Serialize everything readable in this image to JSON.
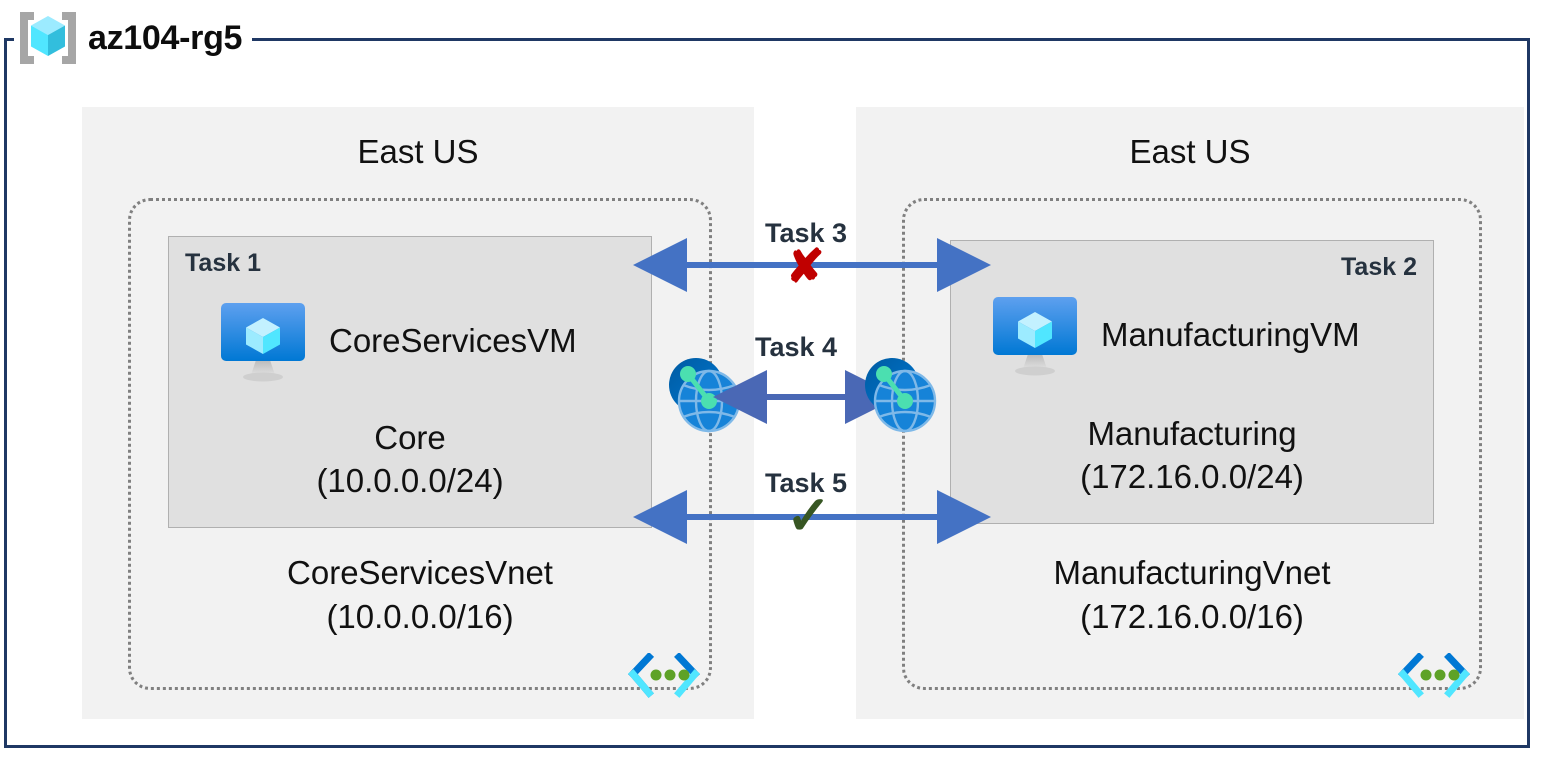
{
  "resource_group": {
    "name": "az104-rg5",
    "icon": "resource-group-cube-icon"
  },
  "regions": [
    {
      "id": "left",
      "label": "East US"
    },
    {
      "id": "right",
      "label": "East US"
    }
  ],
  "vnets": [
    {
      "id": "core",
      "name": "CoreServicesVnet",
      "cidr": "(10.0.0.0/16)",
      "glyph": "vnet-chevron-dots-icon",
      "subnet": {
        "task_tag": "Task 1",
        "vm_name": "CoreServicesVM",
        "vm_icon": "virtual-machine-icon",
        "subnet_name": "Core",
        "subnet_cidr": "(10.0.0.0/24)"
      }
    },
    {
      "id": "manufacturing",
      "name": "ManufacturingVnet",
      "cidr": "(172.16.0.0/16)",
      "glyph": "vnet-chevron-dots-icon",
      "subnet": {
        "task_tag": "Task 2",
        "vm_name": "ManufacturingVM",
        "vm_icon": "virtual-machine-icon",
        "subnet_name": "Manufacturing",
        "subnet_cidr": "(172.16.0.0/24)"
      }
    }
  ],
  "connectors": [
    {
      "id": "task3",
      "label": "Task 3",
      "marker": "x",
      "marker_glyph": "✘",
      "status_color": "#c00000"
    },
    {
      "id": "task4",
      "label": "Task 4",
      "marker": "none",
      "marker_glyph": "",
      "status_color": "#4472c4"
    },
    {
      "id": "task5",
      "label": "Task 5",
      "marker": "check",
      "marker_glyph": "✓",
      "status_color": "#375623"
    }
  ],
  "peering": {
    "left_icon": "vnet-peering-globe-icon",
    "right_icon": "vnet-peering-globe-icon"
  },
  "colors": {
    "frame": "#1f3864",
    "region_fill": "#f2f2f2",
    "subnet_fill": "#e0e0e0",
    "arrow_blue": "#4472c4",
    "accent_cyan": "#50e6ff",
    "azure_blue": "#0078d4",
    "error_red": "#c00000",
    "success_green": "#375623"
  }
}
